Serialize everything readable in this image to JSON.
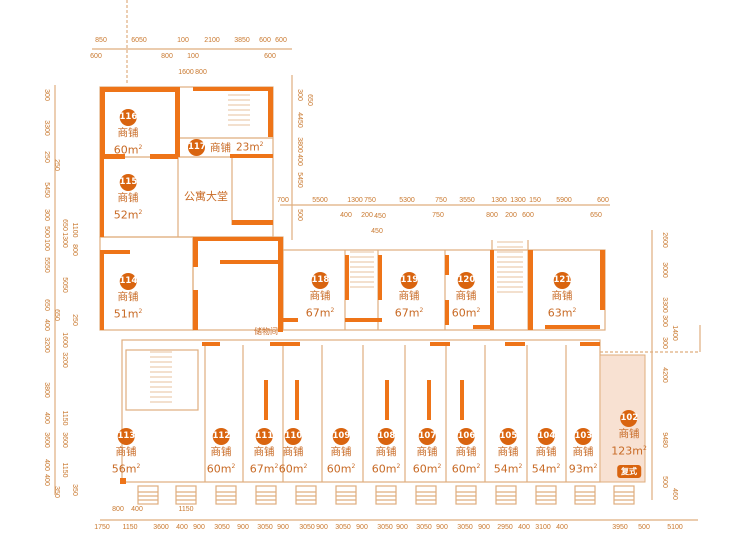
{
  "units": [
    {
      "no": "116",
      "label": "商铺",
      "area": "60m",
      "sup": "2"
    },
    {
      "no": "117",
      "label": "商铺",
      "area": "23m",
      "sup": "2"
    },
    {
      "no": "115",
      "label": "商铺",
      "area": "52m",
      "sup": "2"
    },
    {
      "no": "114",
      "label": "商铺",
      "area": "51m",
      "sup": "2"
    },
    {
      "no": "118",
      "label": "商铺",
      "area": "67m",
      "sup": "2"
    },
    {
      "no": "119",
      "label": "商铺",
      "area": "67m",
      "sup": "2"
    },
    {
      "no": "120",
      "label": "商铺",
      "area": "60m",
      "sup": "2"
    },
    {
      "no": "121",
      "label": "商铺",
      "area": "63m",
      "sup": "2"
    },
    {
      "no": "113",
      "label": "商铺",
      "area": "56m",
      "sup": "2"
    },
    {
      "no": "112",
      "label": "商铺",
      "area": "60m",
      "sup": "2"
    },
    {
      "no": "111",
      "label": "商铺",
      "area": "67m",
      "sup": "2"
    },
    {
      "no": "110",
      "label": "商铺",
      "area": "60m",
      "sup": "2"
    },
    {
      "no": "109",
      "label": "商铺",
      "area": "60m",
      "sup": "2"
    },
    {
      "no": "108",
      "label": "商铺",
      "area": "60m",
      "sup": "2"
    },
    {
      "no": "107",
      "label": "商铺",
      "area": "60m",
      "sup": "2"
    },
    {
      "no": "106",
      "label": "商铺",
      "area": "60m",
      "sup": "2"
    },
    {
      "no": "105",
      "label": "商铺",
      "area": "54m",
      "sup": "2"
    },
    {
      "no": "104",
      "label": "商铺",
      "area": "54m",
      "sup": "2"
    },
    {
      "no": "103",
      "label": "商铺",
      "area": "93m",
      "sup": "2"
    },
    {
      "no": "102",
      "label": "商铺",
      "area": "123m",
      "sup": "2",
      "tag": "复式"
    }
  ],
  "rooms": {
    "lobby": "公寓大堂",
    "storage": "储物间"
  },
  "dimensions": {
    "top_row1": [
      "850",
      "6050",
      "100",
      "100",
      "2100",
      "3850",
      "600",
      "600"
    ],
    "top_row2": [
      "600",
      "800",
      "1600",
      "800",
      "600"
    ],
    "mid_row1": [
      "700",
      "5500",
      "1300",
      "750",
      "450",
      "5300",
      "750",
      "3550",
      "1300",
      "1300",
      "150",
      "5900",
      "600"
    ],
    "mid_row2": [
      "400",
      "200",
      "450",
      "750",
      "800",
      "200",
      "600",
      "650"
    ],
    "bottom_row1": [
      "800",
      "400",
      "1150"
    ],
    "bottom_row2": [
      "1750",
      "1150",
      "3600",
      "400",
      "900",
      "3050",
      "900",
      "3050",
      "900",
      "3050",
      "900",
      "3050",
      "900",
      "3050",
      "900",
      "3050",
      "900",
      "3050",
      "900",
      "2950",
      "400",
      "3100",
      "400",
      "3950",
      "500",
      "5100"
    ],
    "left_outer": [
      "300",
      "3300",
      "250",
      "250",
      "5450",
      "300",
      "500",
      "100",
      "5550",
      "650",
      "650",
      "400",
      "3200",
      "3800",
      "400",
      "3600",
      "400",
      "400",
      "350"
    ],
    "left_inner": [
      "650",
      "1100",
      "1300",
      "800",
      "5050",
      "250",
      "1600",
      "3200",
      "1150",
      "3600",
      "1150",
      "350"
    ],
    "right": [
      "2600",
      "3000",
      "3300",
      "300",
      "1400",
      "300",
      "4200",
      "9480",
      "500",
      "460"
    ],
    "top_right_vertical": [
      "300",
      "650",
      "4450",
      "3800",
      "400",
      "5450",
      "500"
    ]
  },
  "colors": {
    "wall": "#ee7418",
    "outline": "#dfae7e",
    "text": "#c86a25",
    "duplex_fill": "#f8e1d2"
  }
}
